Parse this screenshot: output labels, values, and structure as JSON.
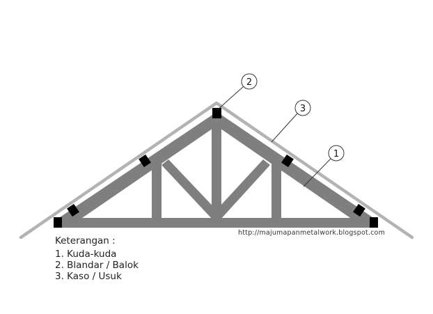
{
  "diagram": {
    "callouts": [
      {
        "number": "1"
      },
      {
        "number": "2"
      },
      {
        "number": "3"
      }
    ],
    "website": "http://majumapanmetalwork.blogspot.com",
    "legend": {
      "title": "Keterangan :",
      "items": [
        "1. Kuda-kuda",
        "2. Blandar / Balok",
        "3. Kaso / Usuk"
      ]
    },
    "colors": {
      "truss": "#7f7f7f",
      "rafter": "#b3b3b3",
      "purlin": "#000000",
      "callout_line": "#333333"
    }
  }
}
